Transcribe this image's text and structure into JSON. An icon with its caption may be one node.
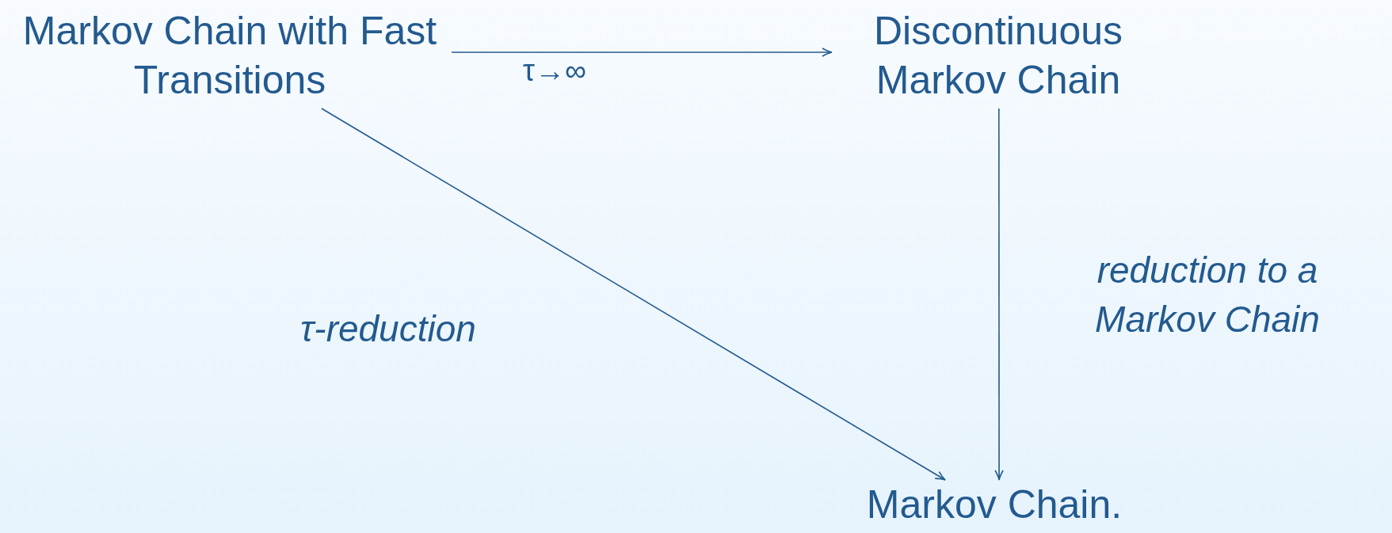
{
  "diagram": {
    "nodes": [
      {
        "text": [
          "Markov Chain with Fast Transitions"
        ]
      },
      {
        "text": [
          "Discontinuous Markov Chain"
        ]
      },
      {
        "text": [
          "Markov Chain."
        ]
      }
    ],
    "edges": [
      {
        "from": 0,
        "to": 1,
        "arrow": "to",
        "label": "τ→∞"
      },
      {
        "from": 0,
        "to": 2,
        "arrow": "to",
        "label": "τ-reduction"
      },
      {
        "from": 1,
        "to": 2,
        "arrow": "to",
        "label": "reduction to a Markov Chain"
      }
    ]
  }
}
